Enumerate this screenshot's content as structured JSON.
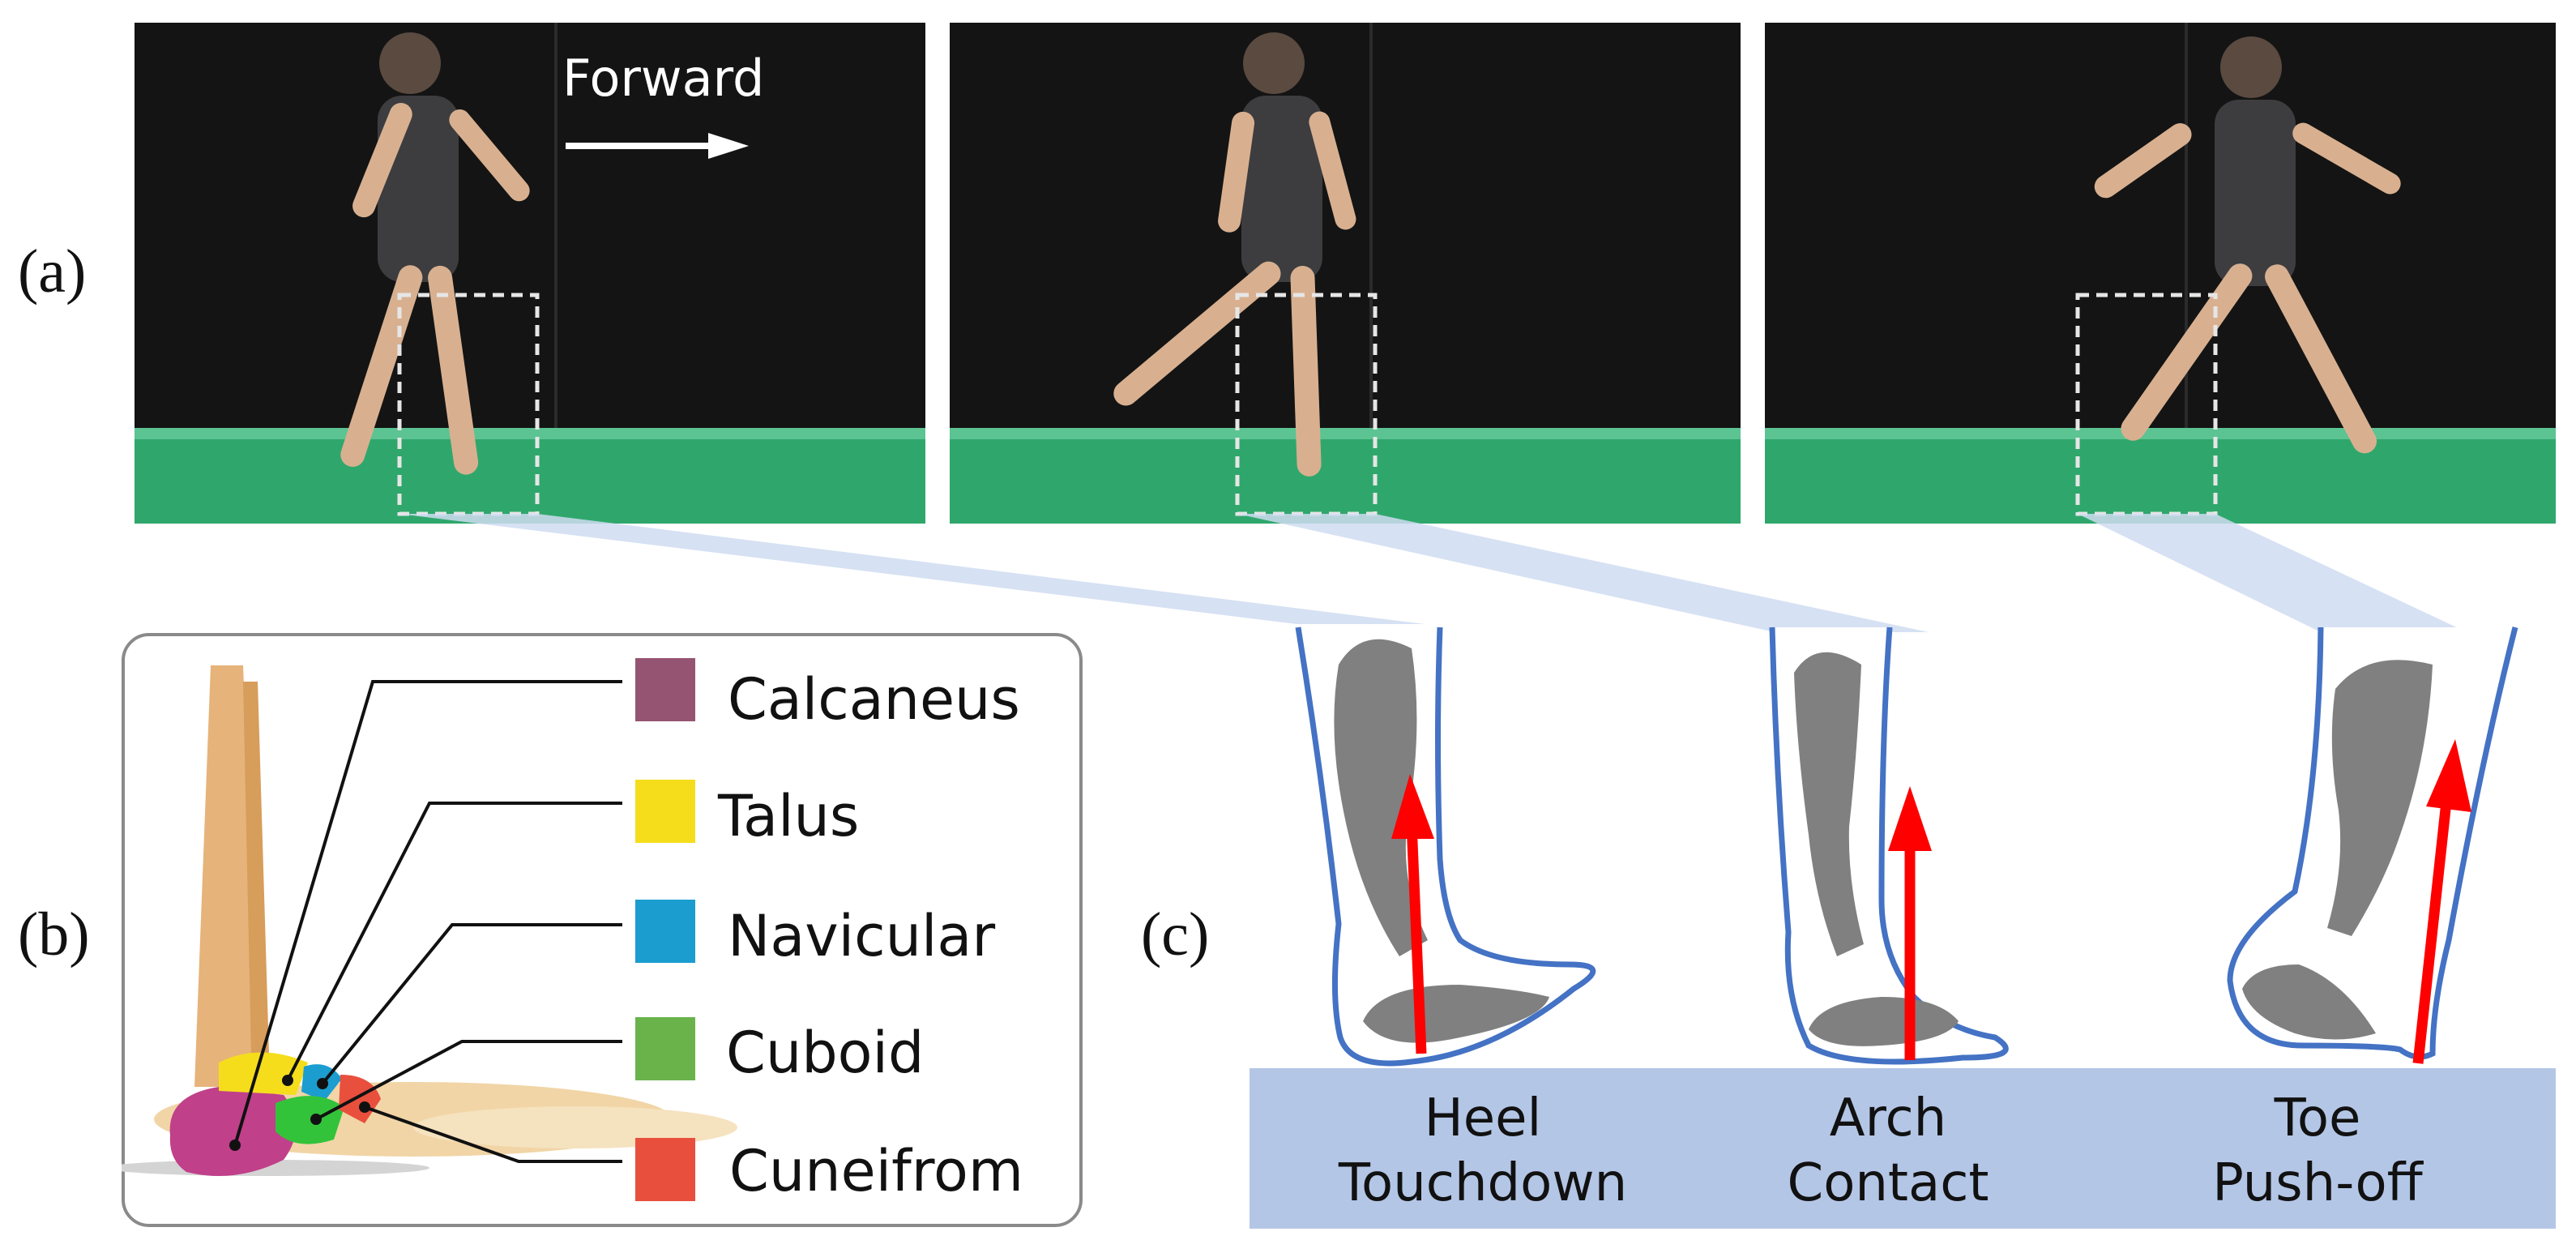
{
  "panels": {
    "a": "(a)",
    "b": "(b)",
    "c": "(c)"
  },
  "forward_label": "Forward",
  "bones": [
    {
      "name": "Calcaneus",
      "color": "#955572"
    },
    {
      "name": "Talus",
      "color": "#f5dd1c"
    },
    {
      "name": "Navicular",
      "color": "#1b9dd0"
    },
    {
      "name": "Cuboid",
      "color": "#6ab34b"
    },
    {
      "name": "Cuneifrom",
      "color": "#e94f3d"
    }
  ],
  "phases": [
    {
      "line1": "Heel",
      "line2": "Touchdown"
    },
    {
      "line1": "Arch",
      "line2": "Contact"
    },
    {
      "line1": "Toe",
      "line2": "Push-off"
    }
  ],
  "colors": {
    "ground": "#b4c6e6",
    "outline": "#4472c4",
    "bone": "#808080",
    "force": "#ff0000",
    "floor": "#2fa76c",
    "curtain": "#141414"
  }
}
